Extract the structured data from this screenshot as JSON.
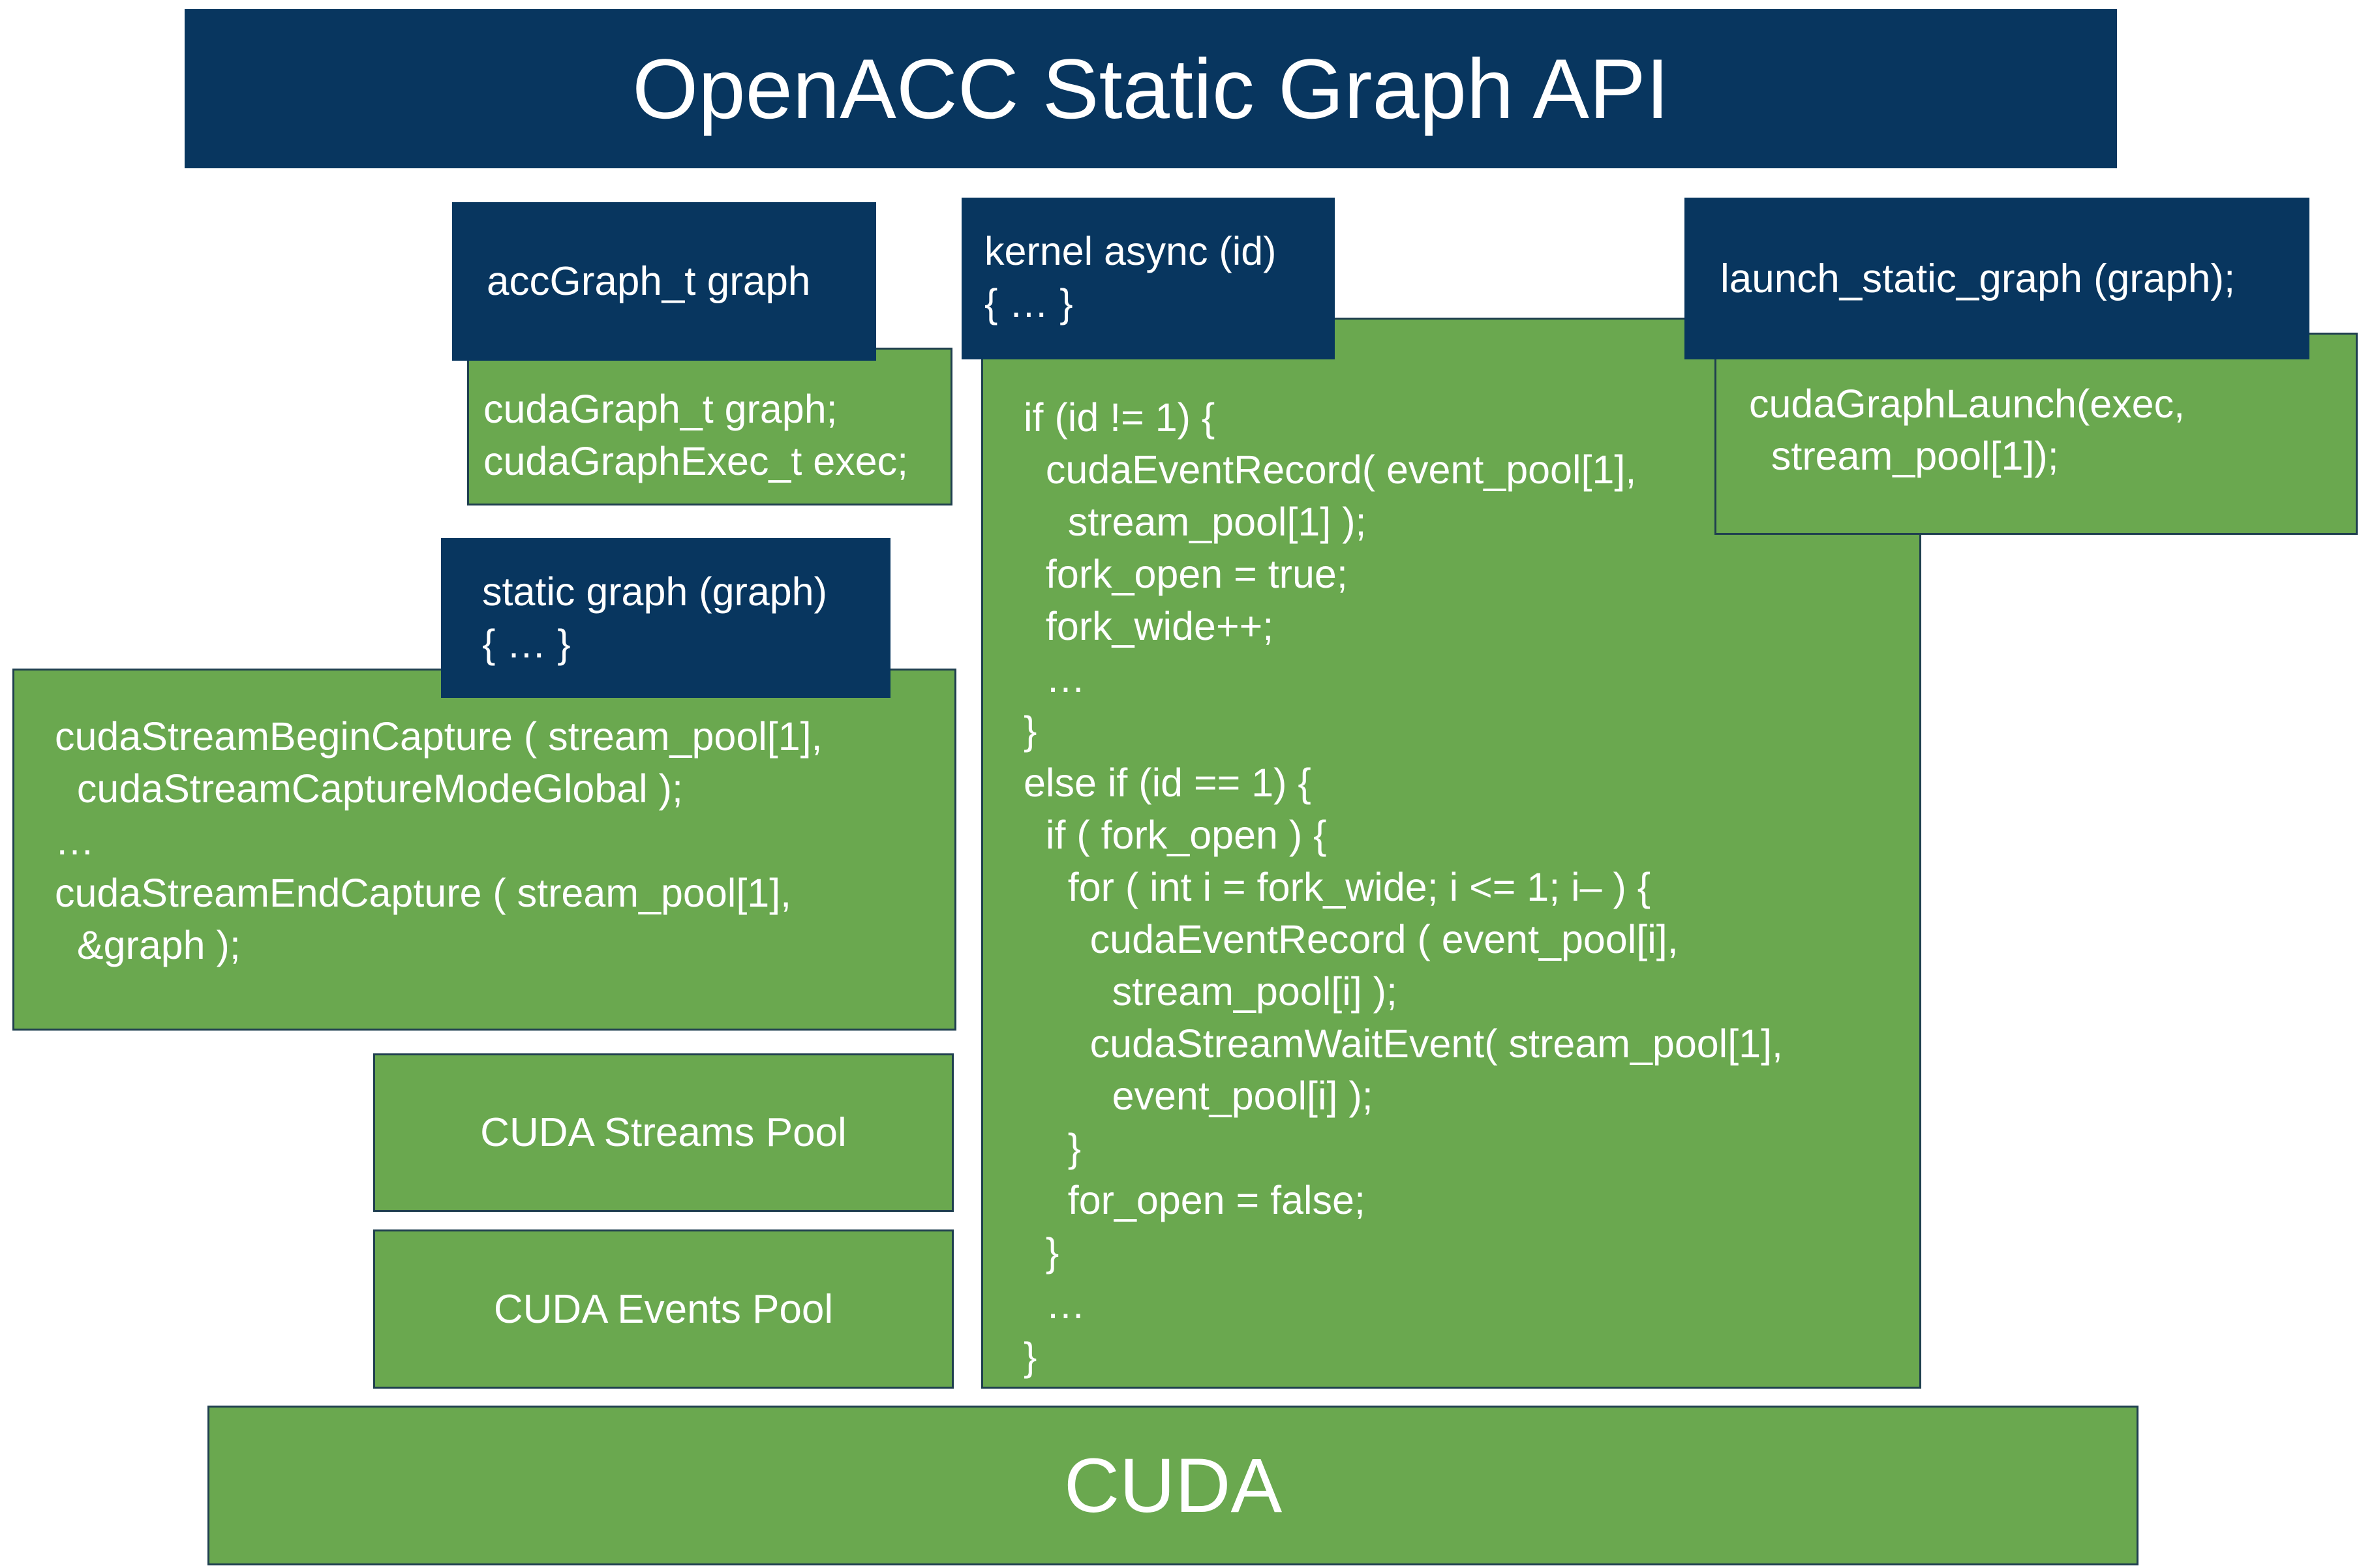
{
  "title": "OpenACC Static Graph API",
  "graph_decl": {
    "header": "accGraph_t graph",
    "body": [
      "cudaGraph_t graph;",
      "cudaGraphExec_t exec;"
    ]
  },
  "static_graph": {
    "header": [
      "static graph (graph)",
      "{ … }"
    ],
    "body": [
      "cudaStreamBeginCapture ( stream_pool[1],",
      "  cudaStreamCaptureModeGlobal );",
      "…",
      "cudaStreamEndCapture ( stream_pool[1],",
      "  &graph );"
    ]
  },
  "pools": {
    "streams": "CUDA Streams Pool",
    "events": "CUDA Events Pool"
  },
  "kernel_async": {
    "header": [
      "kernel async (id)",
      "{ … }"
    ],
    "body": [
      "if (id != 1) {",
      "  cudaEventRecord( event_pool[1],",
      "    stream_pool[1] );",
      "  fork_open = true;",
      "  fork_wide++;",
      "  …",
      "}",
      "else if (id == 1) {",
      "  if ( fork_open ) {",
      "    for ( int i = fork_wide; i <= 1; i– ) {",
      "      cudaEventRecord ( event_pool[i],",
      "        stream_pool[i] );",
      "      cudaStreamWaitEvent( stream_pool[1],",
      "        event_pool[i] );",
      "    }",
      "    for_open = false;",
      "  }",
      "  …",
      "}"
    ]
  },
  "launch": {
    "header": "launch_static_graph (graph);",
    "body": [
      "cudaGraphLaunch(exec,",
      "  stream_pool[1]);"
    ]
  },
  "cuda_label": "CUDA",
  "colors": {
    "navy": "#08365f",
    "green": "#6aa84f",
    "text": "#ffffff"
  }
}
